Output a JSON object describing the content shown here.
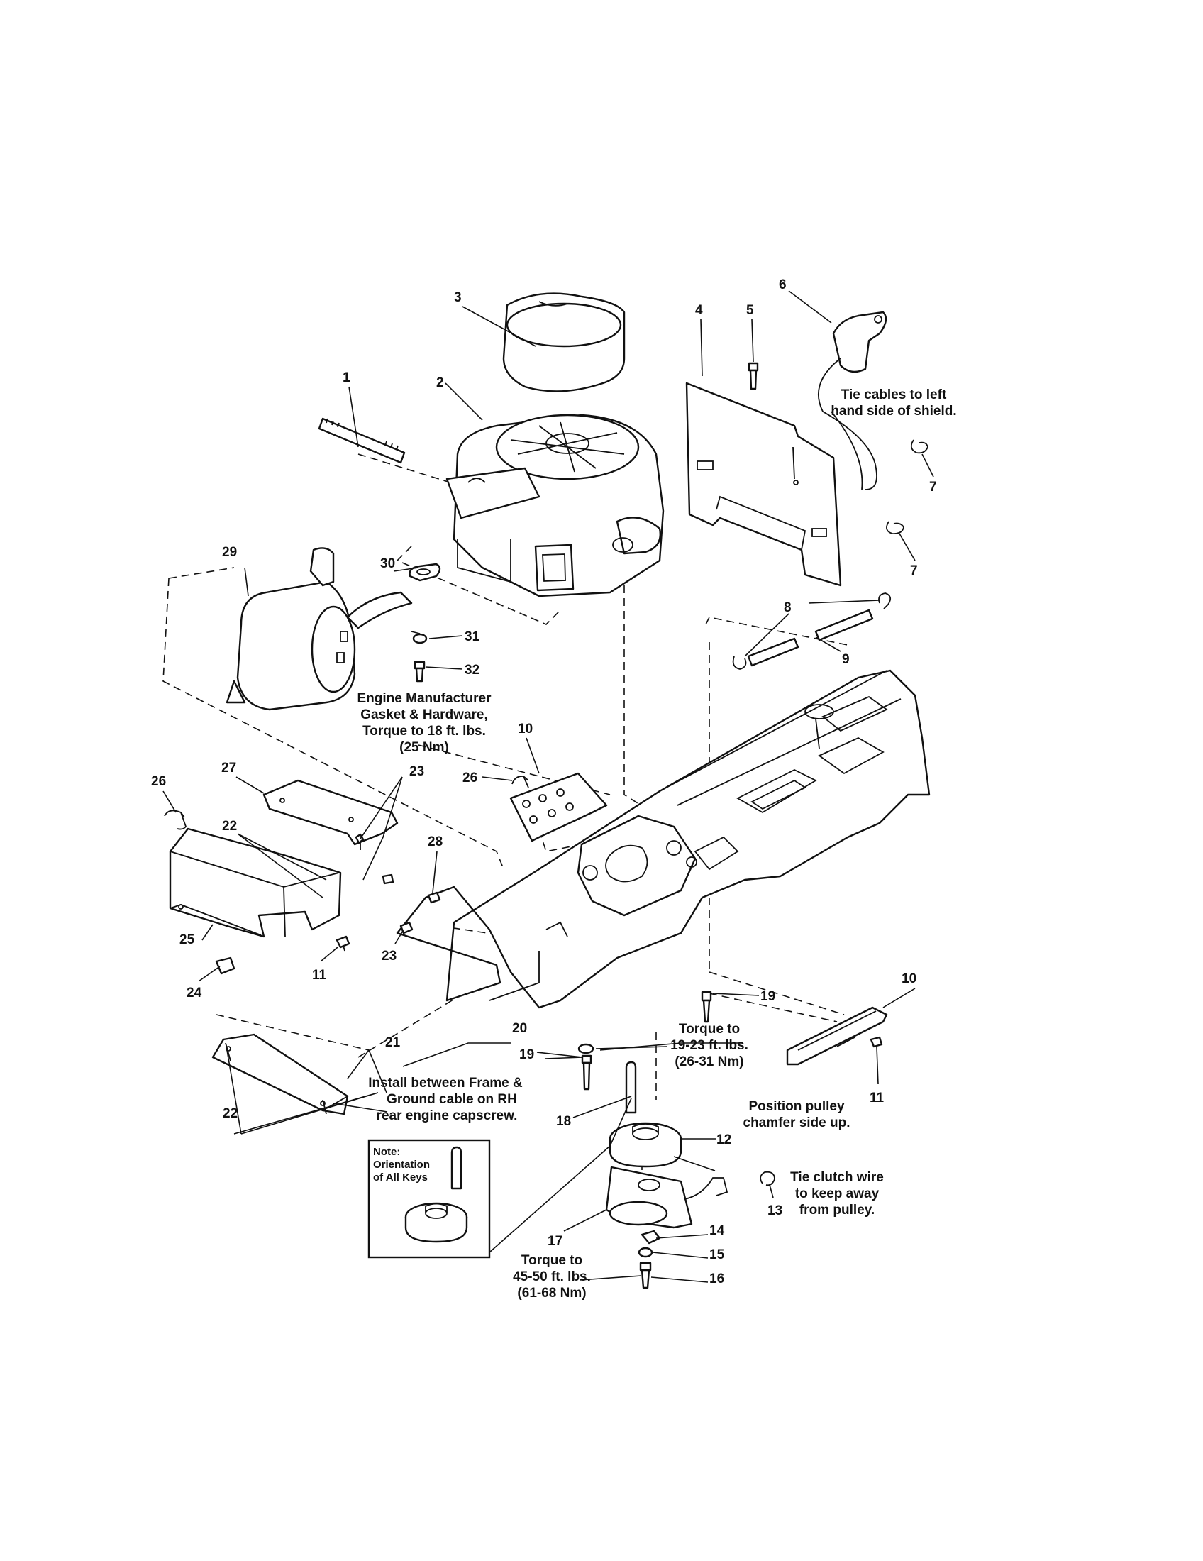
{
  "callouts": [
    {
      "id": "c1",
      "text": "1"
    },
    {
      "id": "c2",
      "text": "2"
    },
    {
      "id": "c3",
      "text": "3"
    },
    {
      "id": "c4",
      "text": "4"
    },
    {
      "id": "c5",
      "text": "5"
    },
    {
      "id": "c6",
      "text": "6"
    },
    {
      "id": "c7a",
      "text": "7"
    },
    {
      "id": "c7b",
      "text": "7"
    },
    {
      "id": "c8",
      "text": "8"
    },
    {
      "id": "c9",
      "text": "9"
    },
    {
      "id": "c10a",
      "text": "10"
    },
    {
      "id": "c10b",
      "text": "10"
    },
    {
      "id": "c11a",
      "text": "11"
    },
    {
      "id": "c11b",
      "text": "11"
    },
    {
      "id": "c12",
      "text": "12"
    },
    {
      "id": "c13",
      "text": "13"
    },
    {
      "id": "c14",
      "text": "14"
    },
    {
      "id": "c15",
      "text": "15"
    },
    {
      "id": "c16",
      "text": "16"
    },
    {
      "id": "c17",
      "text": "17"
    },
    {
      "id": "c18",
      "text": "18"
    },
    {
      "id": "c19a",
      "text": "19"
    },
    {
      "id": "c19b",
      "text": "19"
    },
    {
      "id": "c20",
      "text": "20"
    },
    {
      "id": "c21",
      "text": "21"
    },
    {
      "id": "c22a",
      "text": "22"
    },
    {
      "id": "c22b",
      "text": "22"
    },
    {
      "id": "c23a",
      "text": "23"
    },
    {
      "id": "c23b",
      "text": "23"
    },
    {
      "id": "c24",
      "text": "24"
    },
    {
      "id": "c25",
      "text": "25"
    },
    {
      "id": "c26a",
      "text": "26"
    },
    {
      "id": "c26b",
      "text": "26"
    },
    {
      "id": "c27",
      "text": "27"
    },
    {
      "id": "c28",
      "text": "28"
    },
    {
      "id": "c29",
      "text": "29"
    },
    {
      "id": "c30",
      "text": "30"
    },
    {
      "id": "c31",
      "text": "31"
    },
    {
      "id": "c32",
      "text": "32"
    }
  ],
  "notes": {
    "tie_cables": [
      "Tie cables to left",
      "hand side of shield."
    ],
    "engine_manufacturer": [
      "Engine Manufacturer",
      "Gasket & Hardware,",
      "Torque to 18 ft. lbs.",
      "(25 Nm)"
    ],
    "torque_19_23": [
      "Torque to",
      "19-23 ft. lbs.",
      "(26-31 Nm)"
    ],
    "install_between": [
      "Install between Frame &",
      "Ground cable on RH",
      "rear engine capscrew."
    ],
    "position_pulley": [
      "Position pulley",
      "chamfer side up."
    ],
    "tie_clutch": [
      "Tie clutch wire",
      "to keep away",
      "from pulley."
    ],
    "torque_45_50": [
      "Torque to",
      "45-50 ft. lbs.",
      "(61-68 Nm)"
    ],
    "orientation_box": [
      "Note:",
      "Orientation",
      "of All Keys"
    ]
  }
}
